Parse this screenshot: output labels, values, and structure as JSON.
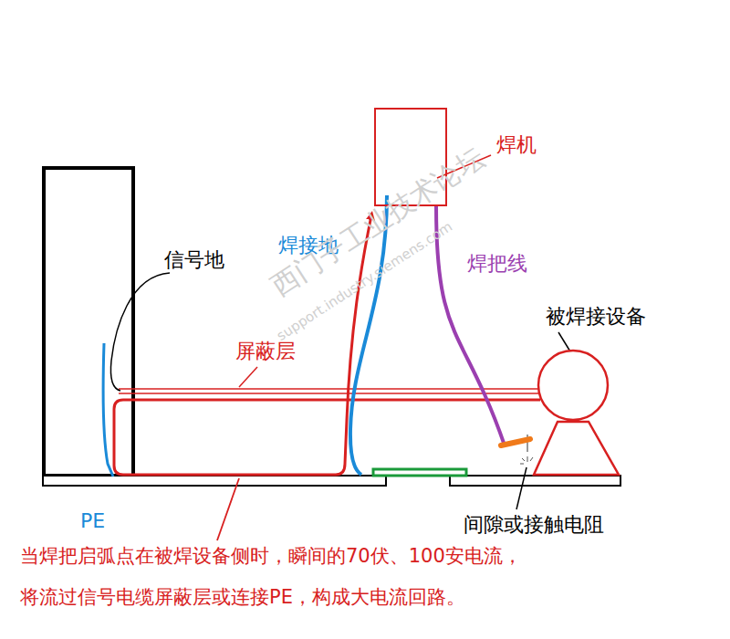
{
  "diagram": {
    "nodes": [
      {
        "text": [
          "焊机"
        ]
      },
      {
        "text": [
          "被焊接设备"
        ]
      }
    ],
    "edges": [
      {
        "from": 0,
        "to": 1,
        "arrow": "none",
        "label": "焊把线"
      }
    ],
    "labels": [
      "信号地",
      "焊接地",
      "屏蔽层",
      "PE",
      "间隙或接触电阻",
      "当焊把启弧点在被焊设备侧时，瞬间的70伏、100安电流，",
      "将流过信号电缆屏蔽层或连接PE，构成大电流回路。",
      "西门子工业技术论坛",
      "support.industry.siemens.com"
    ]
  }
}
